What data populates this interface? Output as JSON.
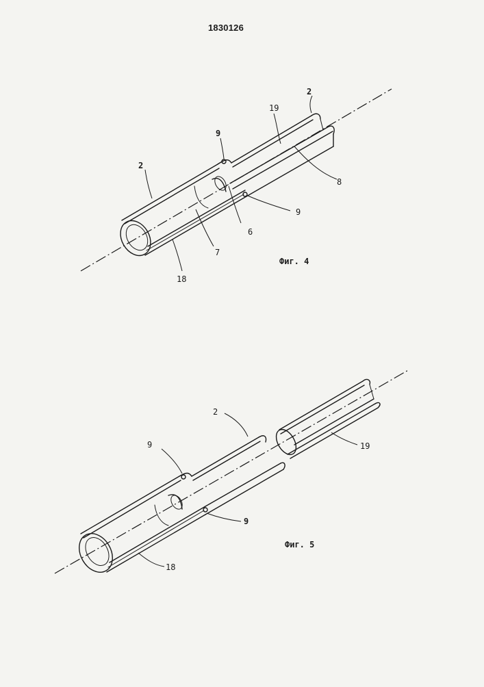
{
  "patent_number": "1830126",
  "figure_4": {
    "caption": "Фиг. 4",
    "labels": {
      "part_2_top": "2",
      "part_2_left": "2",
      "part_19": "19",
      "part_9_top": "9",
      "part_9_right": "9",
      "part_8": "8",
      "part_6": "6",
      "part_7": "7",
      "part_18": "18"
    }
  },
  "figure_5": {
    "caption": "Фиг. 5",
    "labels": {
      "part_2": "2",
      "part_9_top": "9",
      "part_9_bottom": "9",
      "part_19": "19",
      "part_18": "18"
    }
  }
}
